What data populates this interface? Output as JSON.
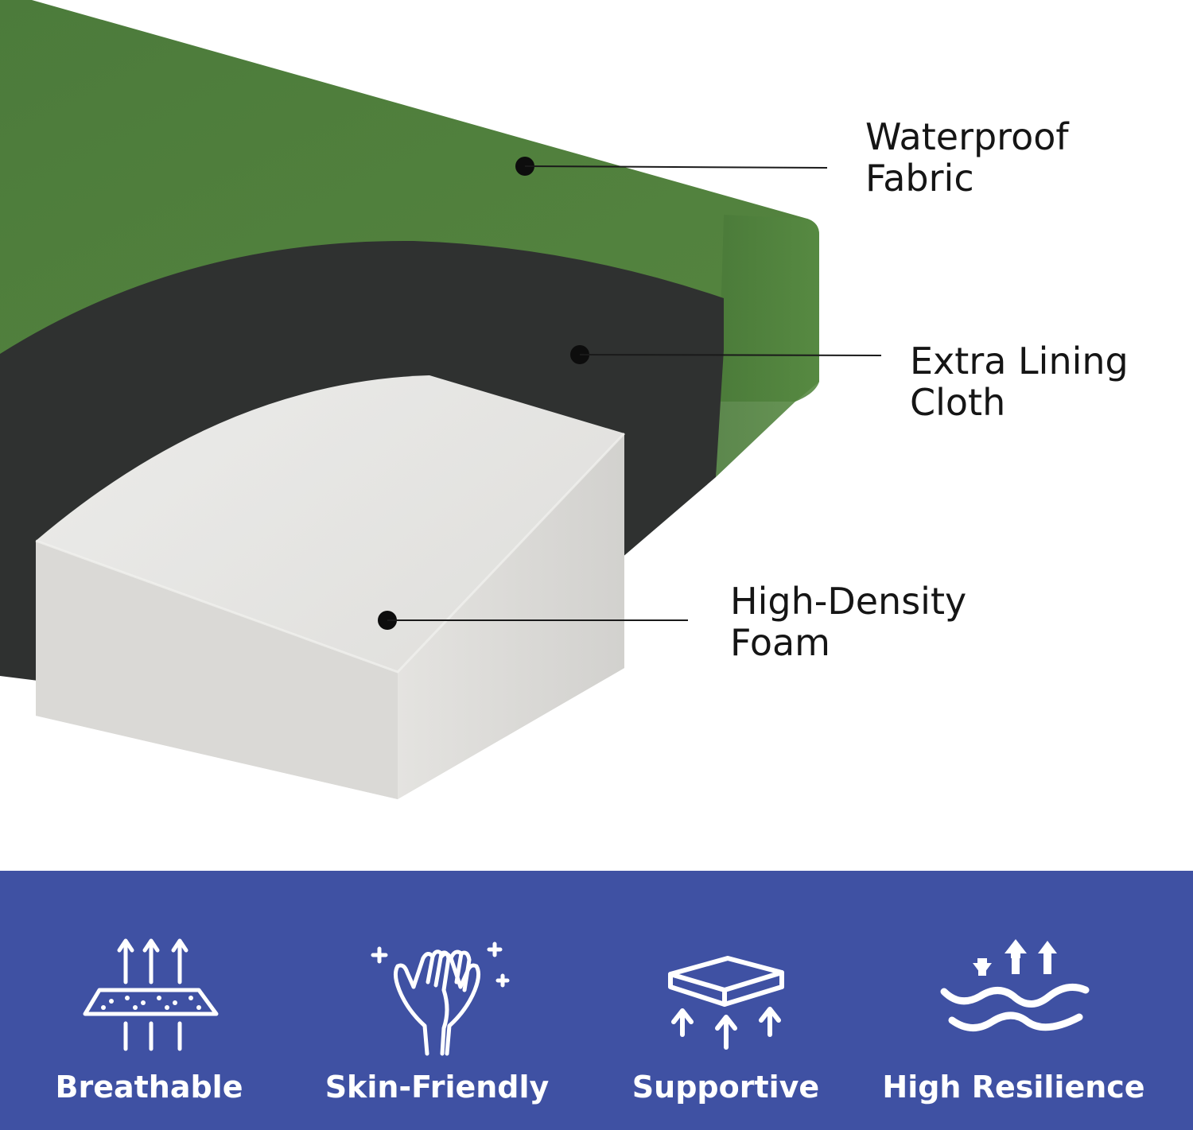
{
  "callouts": [
    {
      "id": "fabric",
      "lines": [
        "Waterproof",
        "Fabric"
      ]
    },
    {
      "id": "lining",
      "lines": [
        "Extra Lining",
        "Cloth"
      ]
    },
    {
      "id": "foam",
      "lines": [
        "High-Density",
        "Foam"
      ]
    }
  ],
  "features": [
    {
      "label": "Breathable",
      "icon": "breathable-icon"
    },
    {
      "label": "Skin-Friendly",
      "icon": "skin-friendly-icon"
    },
    {
      "label": "Supportive",
      "icon": "supportive-icon"
    },
    {
      "label": "High Resilience",
      "icon": "high-resilience-icon"
    }
  ],
  "colors": {
    "fabric_green": "#4f7e3d",
    "lining_dark": "#2f3130",
    "foam_white": "#e7e6e3",
    "band_blue": "#3f51a3"
  }
}
